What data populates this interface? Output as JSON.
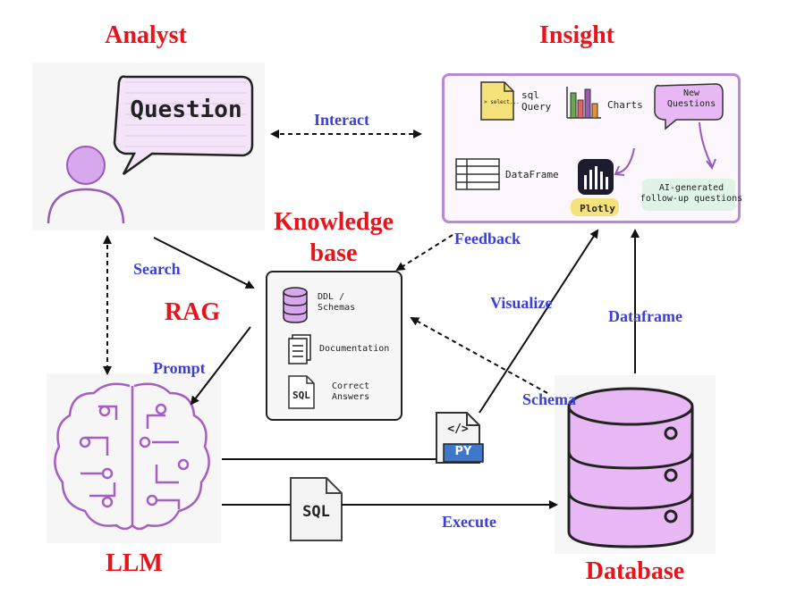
{
  "nodes": {
    "analyst": {
      "title": "Analyst",
      "bubble_text": "Question"
    },
    "insight": {
      "title": "Insight",
      "sql_query": "sql Query",
      "sql_file_text": "> select...",
      "charts": "Charts",
      "new_questions": "New Questions",
      "dataframe": "DataFrame",
      "plotly": "Plotly",
      "ai_followup": "AI-generated follow-up questions"
    },
    "knowledge_base": {
      "title": "Knowledge base",
      "items": [
        {
          "label": "DDL / Schemas",
          "icon": "database-icon"
        },
        {
          "label": "Documentation",
          "icon": "document-icon"
        },
        {
          "label": "Correct Answers",
          "icon": "sql-file-icon"
        }
      ]
    },
    "rag": {
      "title": "RAG"
    },
    "llm": {
      "title": "LLM"
    },
    "database": {
      "title": "Database"
    }
  },
  "edges": {
    "interact": "Interact",
    "feedback": "Feedback",
    "search": "Search",
    "prompt": "Prompt",
    "visualize": "Visualize",
    "dataframe": "Dataframe",
    "schema": "Schema",
    "execute": "Execute"
  },
  "file_icons": {
    "python": "PY",
    "python_symbol": "</>",
    "sql": "SQL",
    "sql_small": "SQL"
  },
  "colors": {
    "title_red": "#e8141c",
    "label_blue": "#3b3fd8",
    "purple": "#9b59b6",
    "light_purple": "#e7b8f3"
  }
}
